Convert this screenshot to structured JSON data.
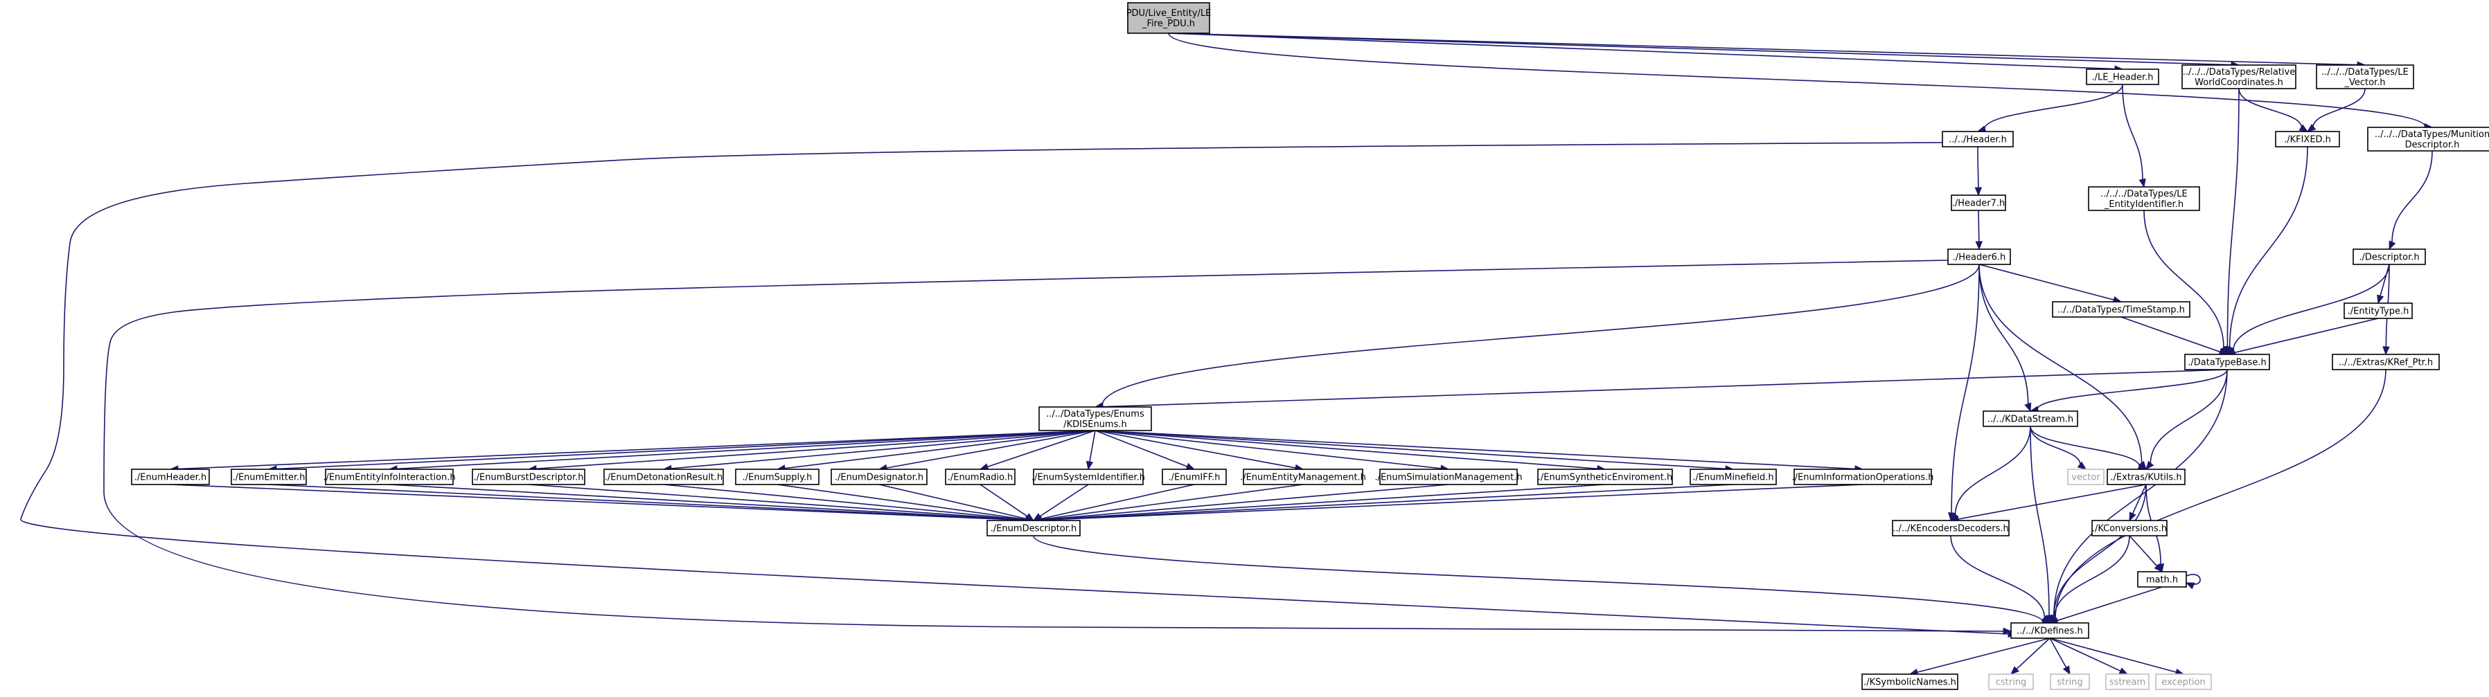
{
  "colors": {
    "edge": "#191970",
    "node_border": "#000000",
    "node_fill": "#ffffff",
    "root_fill": "#bfbfbf",
    "system_border": "#bfbfbf",
    "system_text": "#9a9a9a"
  },
  "nodes": [
    {
      "id": "root",
      "lines": [
        "PDU/Live_Entity/LE",
        "_Fire_PDU.h"
      ],
      "style": "root"
    },
    {
      "id": "le_header",
      "lines": [
        "./LE_Header.h"
      ],
      "style": "normal"
    },
    {
      "id": "rel_world",
      "lines": [
        "../../../DataTypes/Relative",
        "WorldCoordinates.h"
      ],
      "style": "normal"
    },
    {
      "id": "le_vector",
      "lines": [
        "../../../DataTypes/LE",
        "_Vector.h"
      ],
      "style": "normal"
    },
    {
      "id": "munition",
      "lines": [
        "../../../DataTypes/Munition",
        "Descriptor.h"
      ],
      "style": "normal"
    },
    {
      "id": "header_h",
      "lines": [
        "../../Header.h"
      ],
      "style": "normal"
    },
    {
      "id": "le_entity_id",
      "lines": [
        "../../../DataTypes/LE",
        "_EntityIdentifier.h"
      ],
      "style": "normal"
    },
    {
      "id": "kfixed",
      "lines": [
        "./KFIXED.h"
      ],
      "style": "normal"
    },
    {
      "id": "header7",
      "lines": [
        "./Header7.h"
      ],
      "style": "normal"
    },
    {
      "id": "descriptor",
      "lines": [
        "./Descriptor.h"
      ],
      "style": "normal"
    },
    {
      "id": "header6",
      "lines": [
        "./Header6.h"
      ],
      "style": "normal"
    },
    {
      "id": "entitytype",
      "lines": [
        "./EntityType.h"
      ],
      "style": "normal"
    },
    {
      "id": "timestamp",
      "lines": [
        "../../DataTypes/TimeStamp.h"
      ],
      "style": "normal"
    },
    {
      "id": "kref",
      "lines": [
        "../../Extras/KRef_Ptr.h"
      ],
      "style": "normal"
    },
    {
      "id": "datatypebase",
      "lines": [
        "./DataTypeBase.h"
      ],
      "style": "normal"
    },
    {
      "id": "kdisenums",
      "lines": [
        "../../DataTypes/Enums",
        "/KDISEnums.h"
      ],
      "style": "normal"
    },
    {
      "id": "kdatastream",
      "lines": [
        "../../KDataStream.h"
      ],
      "style": "normal"
    },
    {
      "id": "vector",
      "lines": [
        "vector"
      ],
      "style": "system"
    },
    {
      "id": "kutils",
      "lines": [
        "./Extras/KUtils.h"
      ],
      "style": "normal"
    },
    {
      "id": "enumheader",
      "lines": [
        "./EnumHeader.h"
      ],
      "style": "normal"
    },
    {
      "id": "enumemitter",
      "lines": [
        "./EnumEmitter.h"
      ],
      "style": "normal"
    },
    {
      "id": "enumentityinfo",
      "lines": [
        "./EnumEntityInfoInteraction.h"
      ],
      "style": "normal"
    },
    {
      "id": "enumburst",
      "lines": [
        "./EnumBurstDescriptor.h"
      ],
      "style": "normal"
    },
    {
      "id": "enumdetonation",
      "lines": [
        "./EnumDetonationResult.h"
      ],
      "style": "normal"
    },
    {
      "id": "enumsupply",
      "lines": [
        "./EnumSupply.h"
      ],
      "style": "normal"
    },
    {
      "id": "enumdesignator",
      "lines": [
        "./EnumDesignator.h"
      ],
      "style": "normal"
    },
    {
      "id": "enumradio",
      "lines": [
        "./EnumRadio.h"
      ],
      "style": "normal"
    },
    {
      "id": "enumsysid",
      "lines": [
        "./EnumSystemIdentifier.h"
      ],
      "style": "normal"
    },
    {
      "id": "enumiff",
      "lines": [
        "./EnumIFF.h"
      ],
      "style": "normal"
    },
    {
      "id": "enumentitymgmt",
      "lines": [
        "./EnumEntityManagement.h"
      ],
      "style": "normal"
    },
    {
      "id": "enumsimmgmt",
      "lines": [
        "./EnumSimulationManagement.h"
      ],
      "style": "normal"
    },
    {
      "id": "enumsynth",
      "lines": [
        "./EnumSyntheticEnviroment.h"
      ],
      "style": "normal"
    },
    {
      "id": "enumminefield",
      "lines": [
        "./EnumMinefield.h"
      ],
      "style": "normal"
    },
    {
      "id": "enuminfoops",
      "lines": [
        "./EnumInformationOperations.h"
      ],
      "style": "normal"
    },
    {
      "id": "kconversions",
      "lines": [
        "./KConversions.h"
      ],
      "style": "normal"
    },
    {
      "id": "kencoders",
      "lines": [
        "../../KEncodersDecoders.h"
      ],
      "style": "normal"
    },
    {
      "id": "enumdescriptor",
      "lines": [
        "./EnumDescriptor.h"
      ],
      "style": "normal"
    },
    {
      "id": "math",
      "lines": [
        "math.h"
      ],
      "style": "normal"
    },
    {
      "id": "kdefines",
      "lines": [
        "../../KDefines.h"
      ],
      "style": "normal"
    },
    {
      "id": "ksymbolic",
      "lines": [
        "./KSymbolicNames.h"
      ],
      "style": "normal"
    },
    {
      "id": "cstring",
      "lines": [
        "cstring"
      ],
      "style": "system"
    },
    {
      "id": "string",
      "lines": [
        "string"
      ],
      "style": "system"
    },
    {
      "id": "sstream",
      "lines": [
        "sstream"
      ],
      "style": "system"
    },
    {
      "id": "exception",
      "lines": [
        "exception"
      ],
      "style": "system"
    }
  ],
  "edges": [
    [
      "root",
      "le_header"
    ],
    [
      "root",
      "rel_world"
    ],
    [
      "root",
      "le_vector"
    ],
    [
      "root",
      "munition"
    ],
    [
      "le_header",
      "header_h"
    ],
    [
      "le_header",
      "le_entity_id"
    ],
    [
      "rel_world",
      "kfixed"
    ],
    [
      "rel_world",
      "datatypebase"
    ],
    [
      "le_vector",
      "kfixed"
    ],
    [
      "munition",
      "descriptor"
    ],
    [
      "header_h",
      "header7"
    ],
    [
      "header_h",
      "kdefines"
    ],
    [
      "le_entity_id",
      "datatypebase"
    ],
    [
      "kfixed",
      "datatypebase"
    ],
    [
      "header7",
      "header6"
    ],
    [
      "descriptor",
      "datatypebase"
    ],
    [
      "descriptor",
      "entitytype"
    ],
    [
      "descriptor",
      "kref"
    ],
    [
      "header6",
      "timestamp"
    ],
    [
      "header6",
      "kdisenums"
    ],
    [
      "header6",
      "kdatastream"
    ],
    [
      "header6",
      "kutils"
    ],
    [
      "header6",
      "kencoders"
    ],
    [
      "header6",
      "kdefines"
    ],
    [
      "entitytype",
      "datatypebase"
    ],
    [
      "timestamp",
      "datatypebase"
    ],
    [
      "kref",
      "kdefines"
    ],
    [
      "datatypebase",
      "kdisenums"
    ],
    [
      "datatypebase",
      "kdatastream"
    ],
    [
      "datatypebase",
      "kutils"
    ],
    [
      "datatypebase",
      "kdefines"
    ],
    [
      "kdisenums",
      "enumheader"
    ],
    [
      "kdisenums",
      "enumemitter"
    ],
    [
      "kdisenums",
      "enumentityinfo"
    ],
    [
      "kdisenums",
      "enumburst"
    ],
    [
      "kdisenums",
      "enumdetonation"
    ],
    [
      "kdisenums",
      "enumsupply"
    ],
    [
      "kdisenums",
      "enumdesignator"
    ],
    [
      "kdisenums",
      "enumradio"
    ],
    [
      "kdisenums",
      "enumsysid"
    ],
    [
      "kdisenums",
      "enumiff"
    ],
    [
      "kdisenums",
      "enumentitymgmt"
    ],
    [
      "kdisenums",
      "enumsimmgmt"
    ],
    [
      "kdisenums",
      "enumsynth"
    ],
    [
      "kdisenums",
      "enumminefield"
    ],
    [
      "kdisenums",
      "enuminfoops"
    ],
    [
      "kdatastream",
      "vector"
    ],
    [
      "kdatastream",
      "kutils"
    ],
    [
      "kdatastream",
      "kencoders"
    ],
    [
      "kdatastream",
      "kdefines"
    ],
    [
      "kutils",
      "kencoders"
    ],
    [
      "kutils",
      "kconversions"
    ],
    [
      "kutils",
      "math"
    ],
    [
      "kutils",
      "kdefines"
    ],
    [
      "enumheader",
      "enumdescriptor"
    ],
    [
      "enumemitter",
      "enumdescriptor"
    ],
    [
      "enumentityinfo",
      "enumdescriptor"
    ],
    [
      "enumburst",
      "enumdescriptor"
    ],
    [
      "enumdetonation",
      "enumdescriptor"
    ],
    [
      "enumsupply",
      "enumdescriptor"
    ],
    [
      "enumdesignator",
      "enumdescriptor"
    ],
    [
      "enumradio",
      "enumdescriptor"
    ],
    [
      "enumsysid",
      "enumdescriptor"
    ],
    [
      "enumiff",
      "enumdescriptor"
    ],
    [
      "enumentitymgmt",
      "enumdescriptor"
    ],
    [
      "enumsimmgmt",
      "enumdescriptor"
    ],
    [
      "enumsynth",
      "enumdescriptor"
    ],
    [
      "enumminefield",
      "enumdescriptor"
    ],
    [
      "enuminfoops",
      "enumdescriptor"
    ],
    [
      "kconversions",
      "math"
    ],
    [
      "kconversions",
      "kdefines"
    ],
    [
      "kencoders",
      "kdefines"
    ],
    [
      "enumdescriptor",
      "kdefines"
    ],
    [
      "math",
      "math"
    ],
    [
      "math",
      "kdefines"
    ],
    [
      "kdefines",
      "ksymbolic"
    ],
    [
      "kdefines",
      "cstring"
    ],
    [
      "kdefines",
      "string"
    ],
    [
      "kdefines",
      "sstream"
    ],
    [
      "kdefines",
      "exception"
    ]
  ]
}
